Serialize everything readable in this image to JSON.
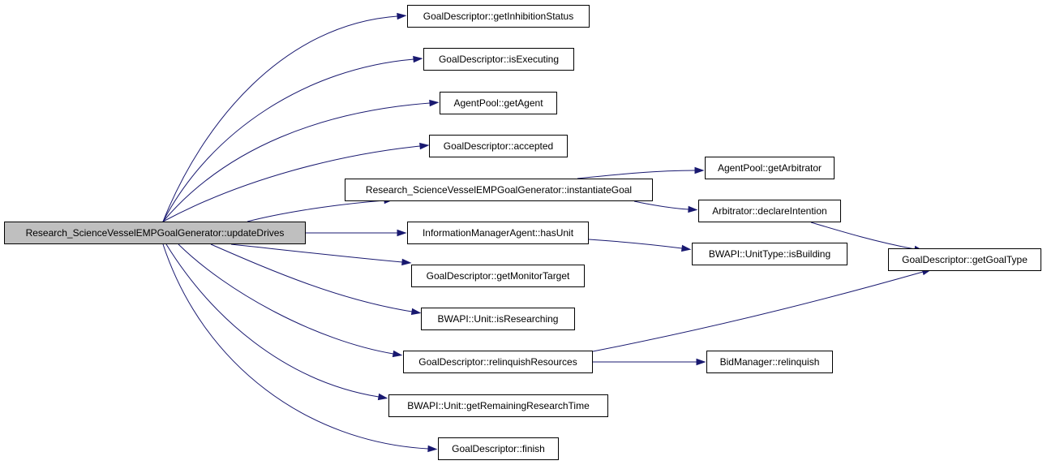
{
  "graph": {
    "root": {
      "id": "n0",
      "label": "Research_ScienceVesselEMPGoalGenerator::updateDrives"
    },
    "nodes": [
      {
        "id": "n1",
        "label": "GoalDescriptor::getInhibitionStatus"
      },
      {
        "id": "n2",
        "label": "GoalDescriptor::isExecuting"
      },
      {
        "id": "n3",
        "label": "AgentPool::getAgent"
      },
      {
        "id": "n4",
        "label": "GoalDescriptor::accepted"
      },
      {
        "id": "n5",
        "label": "Research_ScienceVesselEMPGoalGenerator::instantiateGoal"
      },
      {
        "id": "n6",
        "label": "InformationManagerAgent::hasUnit"
      },
      {
        "id": "n7",
        "label": "GoalDescriptor::getMonitorTarget"
      },
      {
        "id": "n8",
        "label": "BWAPI::Unit::isResearching"
      },
      {
        "id": "n9",
        "label": "GoalDescriptor::relinquishResources"
      },
      {
        "id": "n10",
        "label": "BWAPI::Unit::getRemainingResearchTime"
      },
      {
        "id": "n11",
        "label": "GoalDescriptor::finish"
      },
      {
        "id": "n12",
        "label": "AgentPool::getArbitrator"
      },
      {
        "id": "n13",
        "label": "Arbitrator::declareIntention"
      },
      {
        "id": "n14",
        "label": "BWAPI::UnitType::isBuilding"
      },
      {
        "id": "n15",
        "label": "BidManager::relinquish"
      },
      {
        "id": "n16",
        "label": "GoalDescriptor::getGoalType"
      }
    ],
    "edges": [
      {
        "from": "n0",
        "to": "n1"
      },
      {
        "from": "n0",
        "to": "n2"
      },
      {
        "from": "n0",
        "to": "n3"
      },
      {
        "from": "n0",
        "to": "n4"
      },
      {
        "from": "n0",
        "to": "n5"
      },
      {
        "from": "n0",
        "to": "n6"
      },
      {
        "from": "n0",
        "to": "n7"
      },
      {
        "from": "n0",
        "to": "n8"
      },
      {
        "from": "n0",
        "to": "n9"
      },
      {
        "from": "n0",
        "to": "n10"
      },
      {
        "from": "n0",
        "to": "n11"
      },
      {
        "from": "n5",
        "to": "n12"
      },
      {
        "from": "n5",
        "to": "n13"
      },
      {
        "from": "n13",
        "to": "n16"
      },
      {
        "from": "n6",
        "to": "n14"
      },
      {
        "from": "n9",
        "to": "n16"
      },
      {
        "from": "n9",
        "to": "n15"
      }
    ],
    "colors": {
      "edge": "#191970",
      "root_fill": "#bfbfbf",
      "node_fill": "#ffffff",
      "border": "#000000"
    }
  }
}
